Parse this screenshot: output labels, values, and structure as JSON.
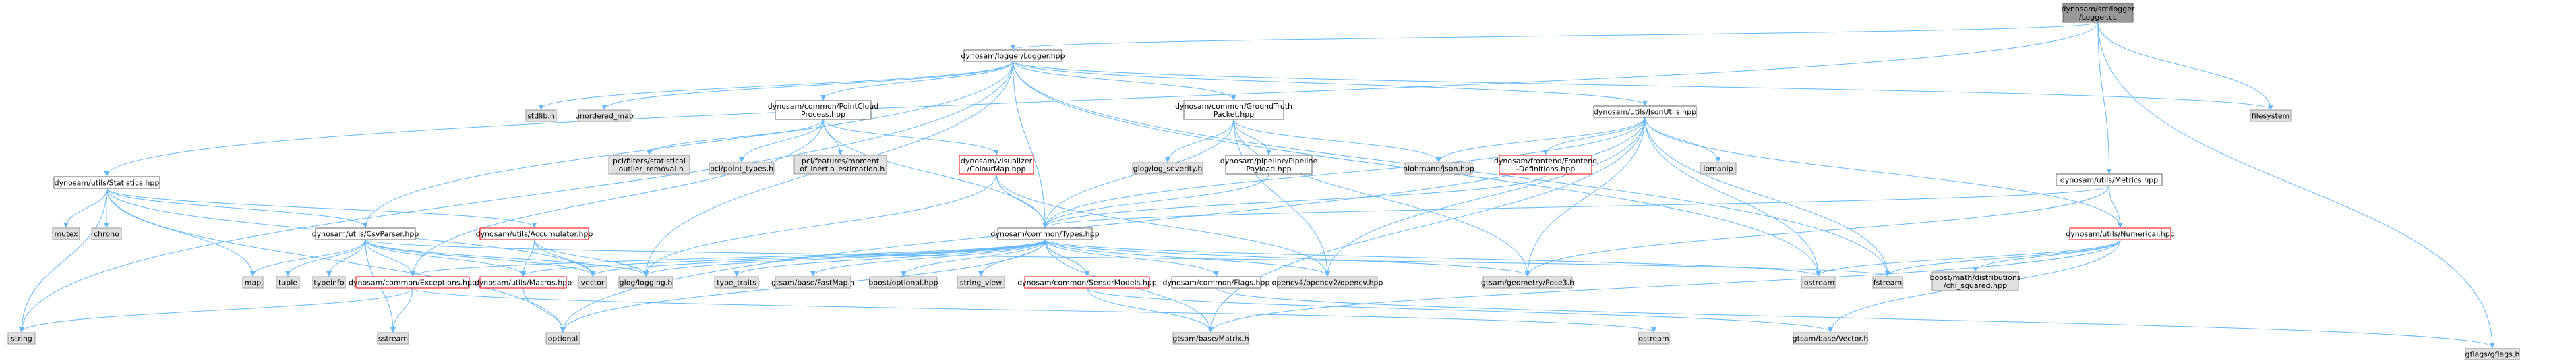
{
  "colors": {
    "root_fill": "#999999",
    "local_fill": "#ffffff",
    "local_border": "#666666",
    "incomplete_border": "#ff0000",
    "external_fill": "#e0e0e0",
    "external_border": "#999999",
    "edge": "#63b8ff",
    "text": "#000000"
  },
  "nodes": [
    {
      "id": "root",
      "lines": [
        "dynosam/src/logger",
        "/Logger.cc"
      ],
      "kind": "root"
    },
    {
      "id": "logger_hpp",
      "lines": [
        "dynosam/logger/Logger.hpp"
      ],
      "kind": "local"
    },
    {
      "id": "statistics",
      "lines": [
        "dynosam/utils/Statistics.hpp"
      ],
      "kind": "local"
    },
    {
      "id": "metrics",
      "lines": [
        "dynosam/utils/Metrics.hpp"
      ],
      "kind": "local"
    },
    {
      "id": "filesystem",
      "lines": [
        "filesystem"
      ],
      "kind": "external"
    },
    {
      "id": "gflags",
      "lines": [
        "gflags/gflags.h"
      ],
      "kind": "external"
    },
    {
      "id": "pointcloud",
      "lines": [
        "dynosam/common/PointCloud",
        "Process.hpp"
      ],
      "kind": "local"
    },
    {
      "id": "groundtruth",
      "lines": [
        "dynosam/common/GroundTruth",
        "Packet.hpp"
      ],
      "kind": "local"
    },
    {
      "id": "jsonutils",
      "lines": [
        "dynosam/utils/JsonUtils.hpp"
      ],
      "kind": "local"
    },
    {
      "id": "stdlib",
      "lines": [
        "stdlib.h"
      ],
      "kind": "external"
    },
    {
      "id": "unordered_map",
      "lines": [
        "unordered_map"
      ],
      "kind": "external"
    },
    {
      "id": "pcl_filters",
      "lines": [
        "pcl/filters/statistical",
        "_outlier_removal.h"
      ],
      "kind": "external"
    },
    {
      "id": "pcl_point",
      "lines": [
        "pcl/point_types.h"
      ],
      "kind": "external"
    },
    {
      "id": "pcl_features",
      "lines": [
        "pcl/features/moment",
        "_of_inertia_estimation.h"
      ],
      "kind": "external"
    },
    {
      "id": "colourmap",
      "lines": [
        "dynosam/visualizer",
        "/ColourMap.hpp"
      ],
      "kind": "incomplete"
    },
    {
      "id": "glog_severity",
      "lines": [
        "glog/log_severity.h"
      ],
      "kind": "external"
    },
    {
      "id": "pipeline_payload",
      "lines": [
        "dynosam/pipeline/Pipeline",
        "Payload.hpp"
      ],
      "kind": "local"
    },
    {
      "id": "nlohmann",
      "lines": [
        "nlohmann/json.hpp"
      ],
      "kind": "external"
    },
    {
      "id": "frontend_defs",
      "lines": [
        "dynosam/frontend/Frontend",
        "-Definitions.hpp"
      ],
      "kind": "incomplete"
    },
    {
      "id": "iomanip",
      "lines": [
        "iomanip"
      ],
      "kind": "external"
    },
    {
      "id": "mutex",
      "lines": [
        "mutex"
      ],
      "kind": "external"
    },
    {
      "id": "chrono",
      "lines": [
        "chrono"
      ],
      "kind": "external"
    },
    {
      "id": "csvparser",
      "lines": [
        "dynosam/utils/CsvParser.hpp"
      ],
      "kind": "local"
    },
    {
      "id": "accumulator",
      "lines": [
        "dynosam/utils/Accumulator.hpp"
      ],
      "kind": "incomplete"
    },
    {
      "id": "types",
      "lines": [
        "dynosam/common/Types.hpp"
      ],
      "kind": "local"
    },
    {
      "id": "numerical",
      "lines": [
        "dynosam/utils/Numerical.hpp"
      ],
      "kind": "incomplete"
    },
    {
      "id": "map",
      "lines": [
        "map"
      ],
      "kind": "external"
    },
    {
      "id": "tuple",
      "lines": [
        "tuple"
      ],
      "kind": "external"
    },
    {
      "id": "typeinfo",
      "lines": [
        "typeinfo"
      ],
      "kind": "external"
    },
    {
      "id": "exceptions",
      "lines": [
        "dynosam/common/Exceptions.hpp"
      ],
      "kind": "incomplete"
    },
    {
      "id": "macros",
      "lines": [
        "dynosam/utils/Macros.hpp"
      ],
      "kind": "incomplete"
    },
    {
      "id": "vector",
      "lines": [
        "vector"
      ],
      "kind": "external"
    },
    {
      "id": "glog_logging",
      "lines": [
        "glog/logging.h"
      ],
      "kind": "external"
    },
    {
      "id": "type_traits",
      "lines": [
        "type_traits"
      ],
      "kind": "external"
    },
    {
      "id": "fastmap",
      "lines": [
        "gtsam/base/FastMap.h"
      ],
      "kind": "external"
    },
    {
      "id": "boost_optional",
      "lines": [
        "boost/optional.hpp"
      ],
      "kind": "external"
    },
    {
      "id": "string_view",
      "lines": [
        "string_view"
      ],
      "kind": "external"
    },
    {
      "id": "sensormodels",
      "lines": [
        "dynosam/common/SensorModels.hpp"
      ],
      "kind": "incomplete"
    },
    {
      "id": "flags",
      "lines": [
        "dynosam/common/Flags.hpp"
      ],
      "kind": "local"
    },
    {
      "id": "opencv",
      "lines": [
        "opencv4/opencv2/opencv.hpp"
      ],
      "kind": "external"
    },
    {
      "id": "pose3",
      "lines": [
        "gtsam/geometry/Pose3.h"
      ],
      "kind": "external"
    },
    {
      "id": "iostream",
      "lines": [
        "iostream"
      ],
      "kind": "external"
    },
    {
      "id": "fstream",
      "lines": [
        "fstream"
      ],
      "kind": "external"
    },
    {
      "id": "boost_chi",
      "lines": [
        "boost/math/distributions",
        "/chi_squared.hpp"
      ],
      "kind": "external"
    },
    {
      "id": "string",
      "lines": [
        "string"
      ],
      "kind": "external"
    },
    {
      "id": "sstream",
      "lines": [
        "sstream"
      ],
      "kind": "external"
    },
    {
      "id": "optional",
      "lines": [
        "optional"
      ],
      "kind": "external"
    },
    {
      "id": "gtsam_matrix",
      "lines": [
        "gtsam/base/Matrix.h"
      ],
      "kind": "external"
    },
    {
      "id": "ostream",
      "lines": [
        "ostream"
      ],
      "kind": "external"
    },
    {
      "id": "gtsam_vector",
      "lines": [
        "gtsam/base/Vector.h"
      ],
      "kind": "external"
    }
  ],
  "edges": [
    [
      "root",
      "logger_hpp"
    ],
    [
      "root",
      "statistics"
    ],
    [
      "root",
      "metrics"
    ],
    [
      "root",
      "filesystem"
    ],
    [
      "root",
      "gflags"
    ],
    [
      "logger_hpp",
      "pointcloud"
    ],
    [
      "logger_hpp",
      "groundtruth"
    ],
    [
      "logger_hpp",
      "jsonutils"
    ],
    [
      "logger_hpp",
      "stdlib"
    ],
    [
      "logger_hpp",
      "unordered_map"
    ],
    [
      "logger_hpp",
      "filesystem"
    ],
    [
      "logger_hpp",
      "csvparser"
    ],
    [
      "logger_hpp",
      "types"
    ],
    [
      "logger_hpp",
      "string"
    ],
    [
      "logger_hpp",
      "glog_logging"
    ],
    [
      "logger_hpp",
      "iostream"
    ],
    [
      "logger_hpp",
      "fstream"
    ],
    [
      "pointcloud",
      "pcl_filters"
    ],
    [
      "pointcloud",
      "pcl_point"
    ],
    [
      "pointcloud",
      "pcl_features"
    ],
    [
      "pointcloud",
      "colourmap"
    ],
    [
      "pointcloud",
      "types"
    ],
    [
      "pointcloud",
      "exceptions"
    ],
    [
      "colourmap",
      "types"
    ],
    [
      "colourmap",
      "glog_logging"
    ],
    [
      "colourmap",
      "opencv"
    ],
    [
      "groundtruth",
      "glog_severity"
    ],
    [
      "groundtruth",
      "pipeline_payload"
    ],
    [
      "groundtruth",
      "nlohmann"
    ],
    [
      "groundtruth",
      "types"
    ],
    [
      "groundtruth",
      "pose3"
    ],
    [
      "groundtruth",
      "opencv"
    ],
    [
      "pipeline_payload",
      "types"
    ],
    [
      "jsonutils",
      "nlohmann"
    ],
    [
      "jsonutils",
      "frontend_defs"
    ],
    [
      "jsonutils",
      "iomanip"
    ],
    [
      "jsonutils",
      "types"
    ],
    [
      "jsonutils",
      "numerical"
    ],
    [
      "jsonutils",
      "pose3"
    ],
    [
      "jsonutils",
      "opencv"
    ],
    [
      "jsonutils",
      "optional"
    ],
    [
      "jsonutils",
      "gtsam_matrix"
    ],
    [
      "jsonutils",
      "fstream"
    ],
    [
      "jsonutils",
      "iostream"
    ],
    [
      "frontend_defs",
      "types"
    ],
    [
      "statistics",
      "mutex"
    ],
    [
      "statistics",
      "chrono"
    ],
    [
      "statistics",
      "csvparser"
    ],
    [
      "statistics",
      "accumulator"
    ],
    [
      "statistics",
      "map"
    ],
    [
      "statistics",
      "string"
    ],
    [
      "statistics",
      "vector"
    ],
    [
      "statistics",
      "optional"
    ],
    [
      "metrics",
      "numerical"
    ],
    [
      "metrics",
      "types"
    ],
    [
      "metrics",
      "pose3"
    ],
    [
      "numerical",
      "boost_chi"
    ],
    [
      "numerical",
      "iostream"
    ],
    [
      "numerical",
      "fstream"
    ],
    [
      "numerical",
      "gtsam_vector"
    ],
    [
      "numerical",
      "gtsam_matrix"
    ],
    [
      "csvparser",
      "map"
    ],
    [
      "csvparser",
      "tuple"
    ],
    [
      "csvparser",
      "typeinfo"
    ],
    [
      "csvparser",
      "exceptions"
    ],
    [
      "csvparser",
      "macros"
    ],
    [
      "csvparser",
      "vector"
    ],
    [
      "csvparser",
      "glog_logging"
    ],
    [
      "csvparser",
      "sstream"
    ],
    [
      "csvparser",
      "fstream"
    ],
    [
      "accumulator",
      "vector"
    ],
    [
      "accumulator",
      "glog_logging"
    ],
    [
      "accumulator",
      "macros"
    ],
    [
      "exceptions",
      "string"
    ],
    [
      "exceptions",
      "sstream"
    ],
    [
      "exceptions",
      "ostream"
    ],
    [
      "macros",
      "optional"
    ],
    [
      "types",
      "vector"
    ],
    [
      "types",
      "glog_logging"
    ],
    [
      "types",
      "type_traits"
    ],
    [
      "types",
      "fastmap"
    ],
    [
      "types",
      "boost_optional"
    ],
    [
      "types",
      "string_view"
    ],
    [
      "types",
      "sensormodels"
    ],
    [
      "types",
      "flags"
    ],
    [
      "types",
      "opencv"
    ],
    [
      "types",
      "pose3"
    ],
    [
      "types",
      "iostream"
    ],
    [
      "types",
      "exceptions"
    ],
    [
      "types",
      "macros"
    ],
    [
      "types",
      "optional"
    ],
    [
      "types",
      "gtsam_matrix"
    ],
    [
      "sensormodels",
      "gtsam_matrix"
    ],
    [
      "sensormodels",
      "gtsam_vector"
    ],
    [
      "sensormodels",
      "types"
    ],
    [
      "flags",
      "gflags"
    ]
  ]
}
